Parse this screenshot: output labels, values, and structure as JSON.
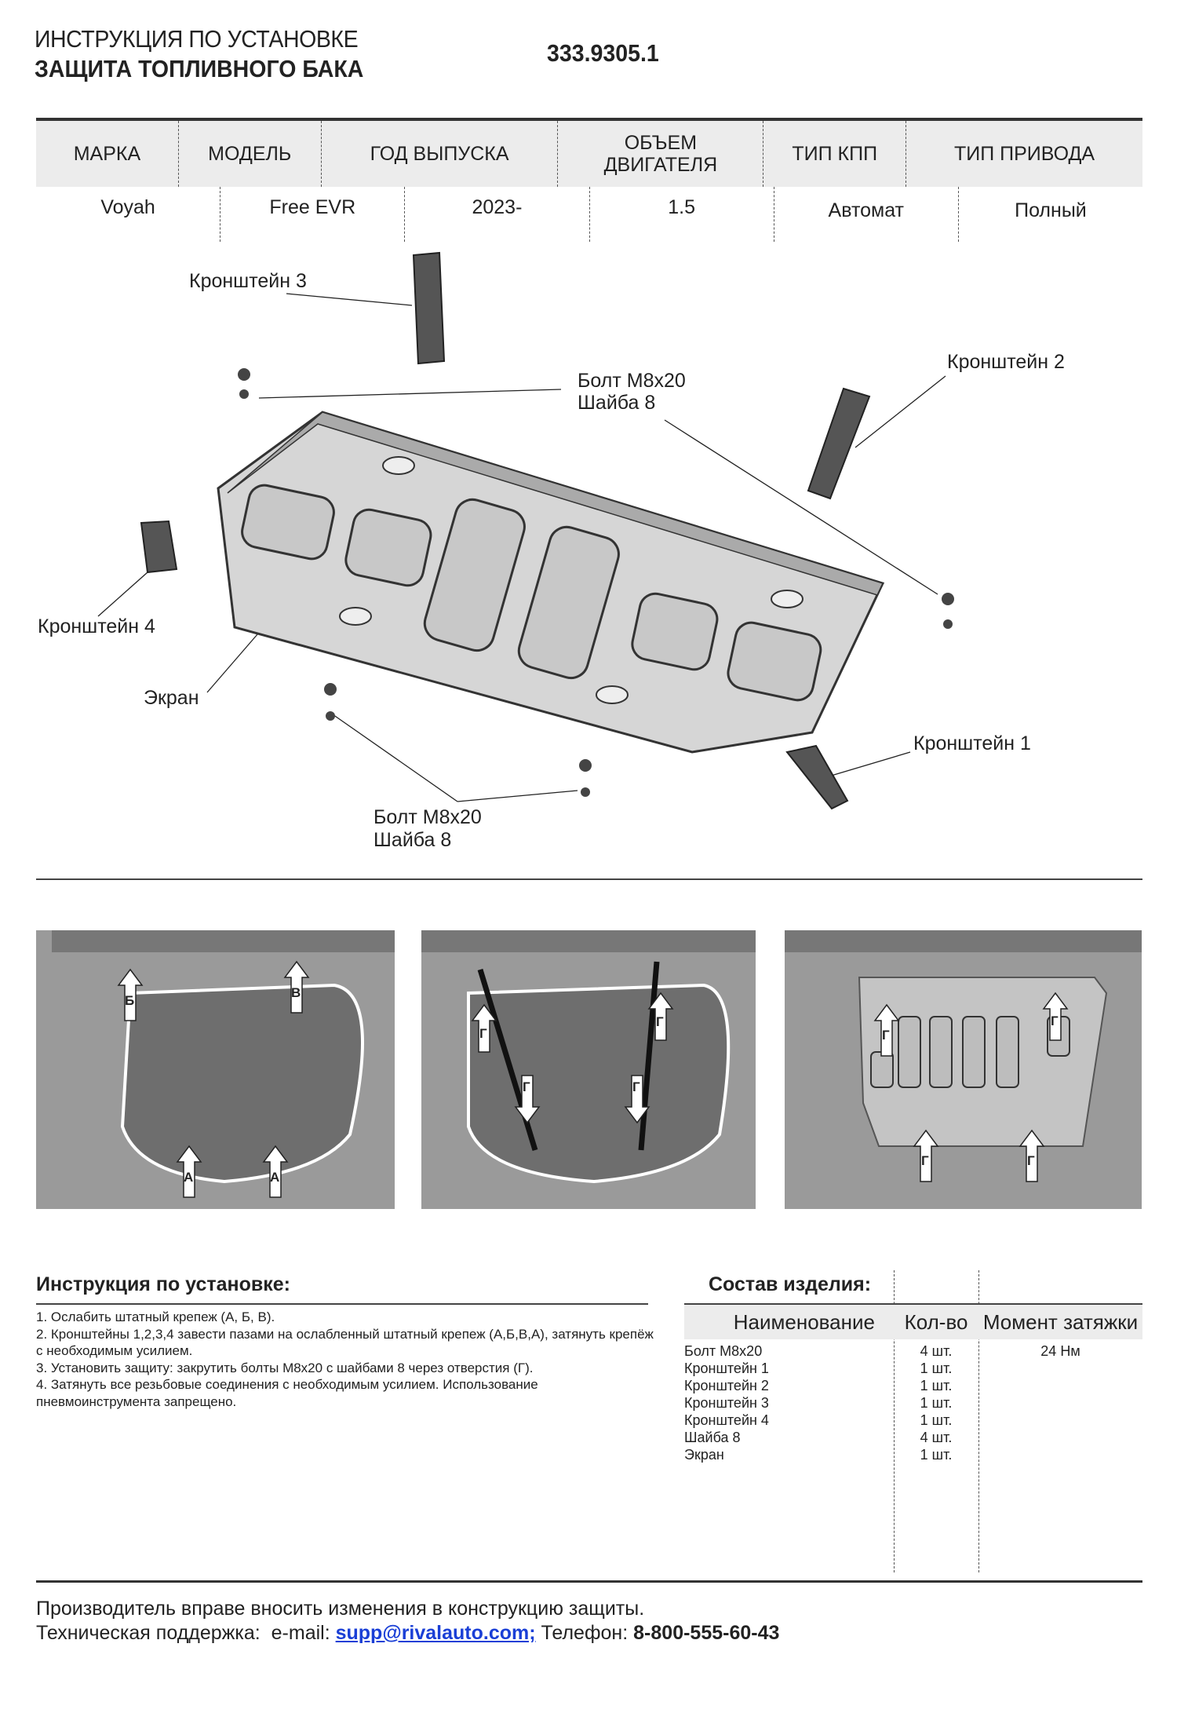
{
  "header": {
    "subtitle": "ИНСТРУКЦИЯ ПО УСТАНОВКЕ",
    "title": "ЗАЩИТА ТОПЛИВНОГО БАКА",
    "article": "333.9305.1"
  },
  "spec_table": {
    "headers": [
      "МАРКА",
      "МОДЕЛЬ",
      "ГОД ВЫПУСКА",
      "ОБЪЕМ ДВИГАТЕЛЯ",
      "ТИП КПП",
      "ТИП ПРИВОДА"
    ],
    "values": [
      "Voyah",
      "Free EVR",
      "2023-",
      "1.5",
      "Автомат",
      "Полный"
    ]
  },
  "diagram": {
    "bracket3": "Кронштейн 3",
    "bracket2": "Кронштейн 2",
    "bracket4": "Кронштейн 4",
    "bracket1": "Кронштейн 1",
    "screen": "Экран",
    "bolt_top_1": "Болт М8х20",
    "bolt_top_2": "Шайба 8",
    "bolt_bottom_1": "Болт М8х20",
    "bolt_bottom_2": "Шайба 8"
  },
  "photos": {
    "photo1_marks": [
      "Б",
      "В",
      "А",
      "А"
    ],
    "photo2_marks": [
      "Г",
      "Г",
      "Г",
      "Г"
    ],
    "photo3_marks": [
      "Г",
      "Г",
      "Г",
      "Г"
    ]
  },
  "instructions": {
    "heading": "Инструкция по установке:",
    "steps": [
      "1. Ослабить штатный крепеж (А, Б, В).",
      "2. Кронштейны 1,2,3,4 завести пазами на ослабленный штатный крепеж (А,Б,В,А), затянуть крепёж с необходимым усилием.",
      "3. Установить защиту: закрутить болты М8х20 с шайбами 8 через отверстия (Г).",
      "4. Затянуть все резьбовые соединения с необходимым усилием. Использование пневмоинструмента запрещено."
    ]
  },
  "composition": {
    "heading": "Состав изделия:",
    "columns": [
      "Наименование",
      "Кол-во",
      "Момент затяжки"
    ],
    "rows": [
      {
        "name": "Болт М8х20",
        "qty": "4 шт.",
        "torque": "24 Нм"
      },
      {
        "name": "Кронштейн 1",
        "qty": "1 шт.",
        "torque": ""
      },
      {
        "name": "Кронштейн 2",
        "qty": "1 шт.",
        "torque": ""
      },
      {
        "name": "Кронштейн 3",
        "qty": "1 шт.",
        "torque": ""
      },
      {
        "name": "Кронштейн 4",
        "qty": "1 шт.",
        "torque": ""
      },
      {
        "name": "Шайба 8",
        "qty": "4 шт.",
        "torque": ""
      },
      {
        "name": "Экран",
        "qty": "1 шт.",
        "torque": ""
      }
    ]
  },
  "footer": {
    "notice": "Производитель вправе вносить изменения в конструкцию защиты.",
    "support_label": "Техническая поддержка:",
    "email_label": "e-mail:",
    "email": "supp@rivalauto.com;",
    "phone_label": "Телефон:",
    "phone": "8-800-555-60-43",
    "link_color": "#1a3fd6"
  }
}
